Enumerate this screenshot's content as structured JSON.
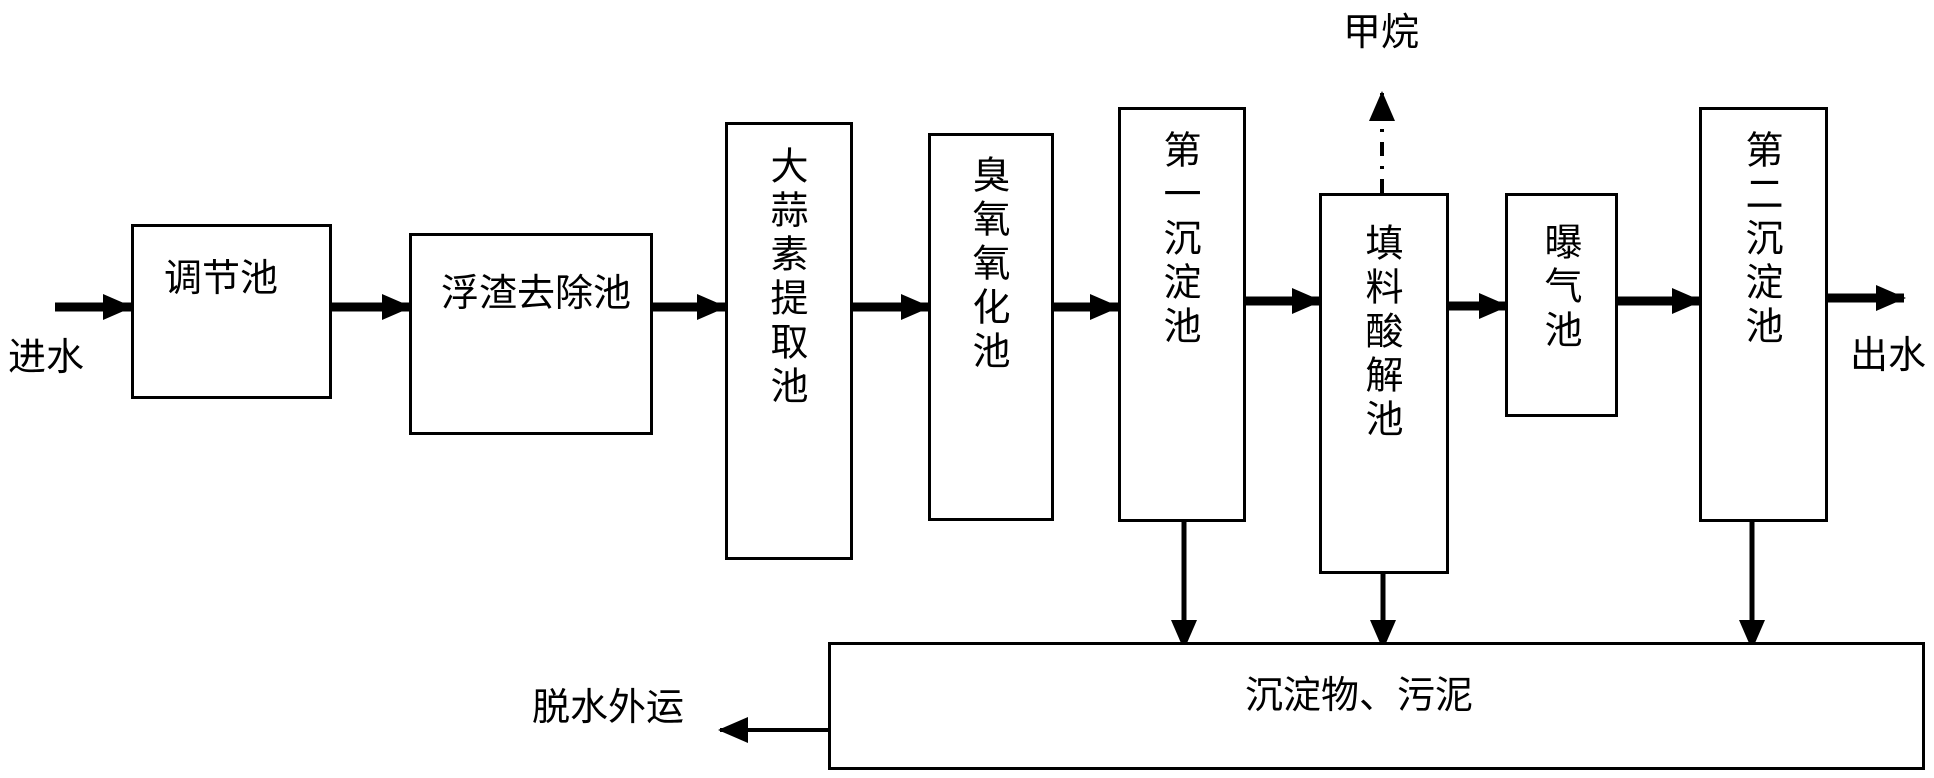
{
  "inlet_label": "进水",
  "outlet_label": "出水",
  "methane_label": "甲烷",
  "dewater_label": "脱水外运",
  "units": {
    "regulating": "调节池",
    "scum_removal": "浮渣去除池",
    "garlic_extraction": "大蒜素提取池",
    "ozonation": "臭氧氧化池",
    "first_sedimentation": "第一沉淀池",
    "packed_acidolysis": "填料酸解池",
    "aeration": "曝气池",
    "second_sedimentation": "第二沉淀池",
    "sludge": "沉淀物、污泥"
  }
}
